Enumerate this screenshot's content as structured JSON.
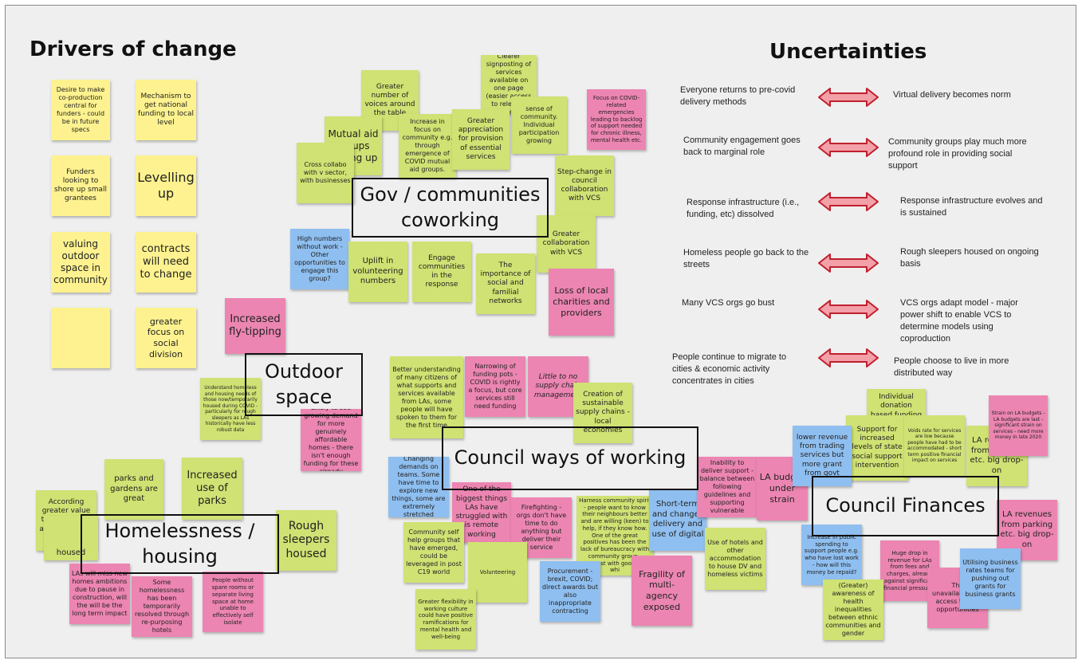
{
  "board": {
    "headings": {
      "drivers": "Drivers of change",
      "uncertainties": "Uncertainties"
    },
    "colors": {
      "yellow": "#fdf28f",
      "green": "#cfe273",
      "pink": "#ec85b2",
      "blue": "#8fbff0",
      "arrow_fill": "#f3a0a8",
      "arrow_stroke": "#c0202e"
    },
    "clusters": {
      "gov": "Gov / communities coworking",
      "outdoor": "Outdoor space",
      "council_ways": "Council ways of working",
      "homelessness": "Homelessness / housing",
      "finances": "Council Finances"
    },
    "notes": {
      "y1": "Desire to make co-production central for funders - could be in future specs",
      "y2": "Mechanism to get national funding to local level",
      "y3": "Funders looking to shore up small grantees",
      "y4": "Levelling up",
      "y5": "valuing outdoor space in community",
      "y6": "contracts will need to change",
      "y7": "",
      "y8": "greater focus on social division",
      "g_signpost": "Clearer signposting of services available on one page (easier access to relevant info)",
      "g_voices": "Greater number of voices around the table",
      "g_sense": "sense of community. Individual participation growing",
      "g_mutual": "Mutual aid groups setting up",
      "g_increase_focus": "Increase in focus on community e.g. through emergence of COVID mutual aid groups.",
      "g_appreciation": "Greater appreciation for provision of essential services",
      "g_cross": "Cross collabo with v sector, with businesses",
      "g_stepchange": "Step-change in council collaboration with VCS",
      "g_greater_collab": "Greater collaboration with VCS",
      "g_uplift": "Uplift in volunteering numbers",
      "g_engage": "Engage communities in the response",
      "g_social": "The importance of social and familial networks",
      "p_focus_covid": "Focus on COVID-related emergencies leading to backlog of support needed for chronic illness, mental health etc.",
      "p_loss": "Loss of local charities and providers",
      "b_high": "High numbers without work - Other opportunities to engage this group?",
      "p_flytipping": "Increased fly-tipping",
      "g_understand": "Understand homeless and housing needs of those now/temporarily housed during COVID - particularly for rough sleepers as LAs historically have less robust data",
      "p_likely": "Likely to see growing demand for more genuinely affordable homes - there isn't enough funding for these already",
      "g_better_understanding": "Better understanding of many citizens of what supports and services available from LAs, some people will have spoken to them for the first time",
      "p_narrowing": "Narrowing of funding pots - COVID is rightly a focus, but core services still need funding",
      "p_little": "Little to no supply chain management",
      "g_creation": "Creation of sustainable supply chains - local economies",
      "b_changing": "Changing demands on teams. Some have time to explore new things, some are extremely stretched",
      "p_one_biggest": "One of the biggest things LAs have struggled with is remote working",
      "p_firefighting": "Firefighting - orgs don't have time to do anything but deliver their service",
      "g_harness": "Harness community spirit - people want to know their neighbours better and are willing (keen) to help, if they know how. One of the great positives has been the lack of bureaucracy with community group - contrast with goodsam whi",
      "b_shortterm": "Short-term and changes delivery and use of digital",
      "g_community_self": "Community self help groups that have emerged, could be leveraged in post C19 world",
      "g_volunteering": "Volunteering",
      "b_procurement": "Procurement - brexit, COVID; direct awards but also inappropriate contracting",
      "p_fragility": "Fragility of multi-agency exposed",
      "g_flexibility": "Greater flexibility in working culture could have positive ramifications for mental health and well-being",
      "p_inability": "Inability to deliver support - balance between following guidelines and supporting vulnerable",
      "p_la_budget": "LA budget under strain",
      "g_hotels": "Use of hotels and other accommodation to house DV and homeless victims",
      "g_parks_gardens": "parks and gardens are great",
      "g_increased_parks": "Increased use of parks",
      "g_according": "According greater value to community and communal places",
      "g_housed": "housed",
      "g_rough": "Rough sleepers housed",
      "p_las_will": "LAs will miss new homes ambitions due to pause in construction, will the will be the long term impact",
      "p_some_homeless": "Some homelessness has been temporarily resolved through re-purposing hotels",
      "p_people_without": "People without spare rooms or separate living space at home unable to effectively self isolate",
      "g_individual": "Individual donation based funding",
      "g_support_increased": "Support for increased levels of state social support intervention",
      "b_lower_revenue": "lower revenue from trading services but more grant from govt",
      "g_voids": "Voids rate for services are low because people have had to be accommodated - short term positive financial impact on services",
      "g_la_parking": "LA revenues from parking etc. big drop-on",
      "p_strain": "Strain on LA budgets - LA budgets are last - significant strain on services - need more money in late 2020",
      "p_la_revenues": "LA revenues from parking etc. big drop-on",
      "b_increase_public": "Increase in public spending to support people e.g. who have lost work - how will this money be repaid?",
      "p_huge_drop": "Huge drop in revenue for LAs from fees and charges, already against significant financial pressures",
      "b_utilising": "Utilising business rates teams for pushing out grants for business grants",
      "p_the_una": "The unavailability of access to ETE opportunities",
      "g_greater_awareness": "(Greater) awareness of health inequalities between ethnic communities and gender"
    },
    "uncertainties": [
      {
        "left": "Everyone returns to pre-covid delivery methods",
        "right": "Virtual delivery becomes norm"
      },
      {
        "left": "Community engagement goes back to marginal role",
        "right": "Community groups play much more profound role in providing social support"
      },
      {
        "left": "Response infrastructure (i.e., funding, etc) dissolved",
        "right": "Response infrastructure evolves and is sustained"
      },
      {
        "left": "Homeless people go back to the streets",
        "right": "Rough sleepers housed on ongoing basis"
      },
      {
        "left": "Many VCS orgs go bust",
        "right": "VCS orgs adapt model - major power shift to enable VCS to determine models using coproduction"
      },
      {
        "left": "People continue to migrate to cities & economic activity concentrates in cities",
        "right": "People choose to live in more distributed way"
      }
    ]
  }
}
